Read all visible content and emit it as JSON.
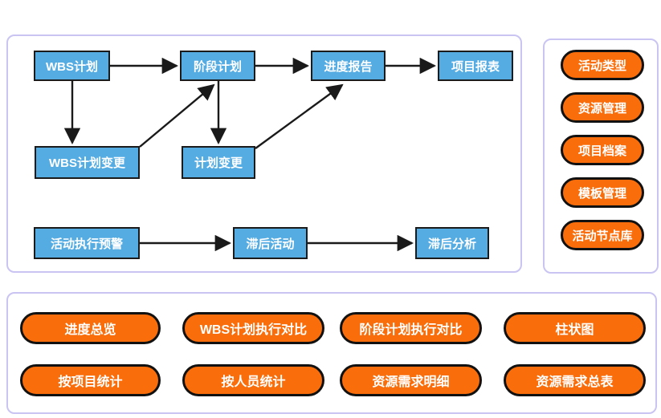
{
  "colors": {
    "node_fill": "#54ace3",
    "pill_fill": "#fa6d0b",
    "panel_border": "#c9c4f2",
    "outline": "#1b1b1b",
    "text": "#ffffff"
  },
  "flow_panel": {
    "nodes": [
      {
        "id": "wbs-plan",
        "label": "WBS计划"
      },
      {
        "id": "phase-plan",
        "label": "阶段计划"
      },
      {
        "id": "progress-report",
        "label": "进度报告"
      },
      {
        "id": "project-report",
        "label": "项目报表"
      },
      {
        "id": "wbs-plan-change",
        "label": "WBS计划变更"
      },
      {
        "id": "plan-change",
        "label": "计划变更"
      },
      {
        "id": "activity-warning",
        "label": "活动执行预警"
      },
      {
        "id": "lagging-activity",
        "label": "滞后活动"
      },
      {
        "id": "lag-analysis",
        "label": "滞后分析"
      }
    ],
    "edges": [
      {
        "from": "WBS计划",
        "to": "阶段计划"
      },
      {
        "from": "阶段计划",
        "to": "进度报告"
      },
      {
        "from": "进度报告",
        "to": "项目报表"
      },
      {
        "from": "WBS计划",
        "to": "WBS计划变更"
      },
      {
        "from": "阶段计划",
        "to": "计划变更"
      },
      {
        "from": "WBS计划变更",
        "to": "阶段计划"
      },
      {
        "from": "计划变更",
        "to": "进度报告"
      },
      {
        "from": "活动执行预警",
        "to": "滞后活动"
      },
      {
        "from": "滞后活动",
        "to": "滞后分析"
      }
    ]
  },
  "side_panel": {
    "items": [
      {
        "label": "活动类型"
      },
      {
        "label": "资源管理"
      },
      {
        "label": "项目档案"
      },
      {
        "label": "模板管理"
      },
      {
        "label": "活动节点库"
      }
    ]
  },
  "bottom_panel": {
    "items": [
      {
        "label": "进度总览"
      },
      {
        "label": "WBS计划执行对比"
      },
      {
        "label": "阶段计划执行对比"
      },
      {
        "label": "柱状图"
      },
      {
        "label": "按项目统计"
      },
      {
        "label": "按人员统计"
      },
      {
        "label": "资源需求明细"
      },
      {
        "label": "资源需求总表"
      }
    ]
  }
}
